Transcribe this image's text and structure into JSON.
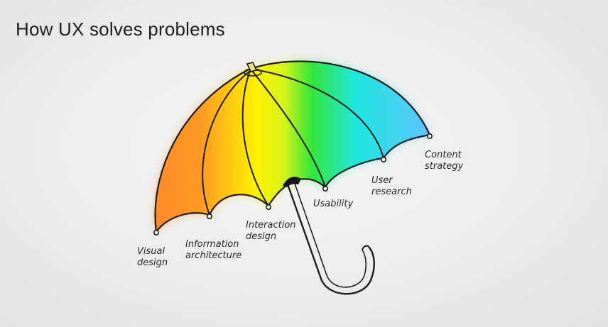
{
  "title": "How UX solves problems",
  "colors": {
    "orange": "#ff8a2a",
    "yellow": "#fff200",
    "green": "#33e63a",
    "cyan": "#1fe6e0",
    "blue": "#63c2ff",
    "outline": "#1e1e1e"
  },
  "labels": {
    "visual_design": [
      "Visual",
      "design"
    ],
    "information_architecture": [
      "Information",
      "architecture"
    ],
    "interaction_design": [
      "Interaction",
      "design"
    ],
    "usability": [
      "Usability"
    ],
    "user_research": [
      "User",
      "research"
    ],
    "content_strategy": [
      "Content",
      "strategy"
    ]
  }
}
